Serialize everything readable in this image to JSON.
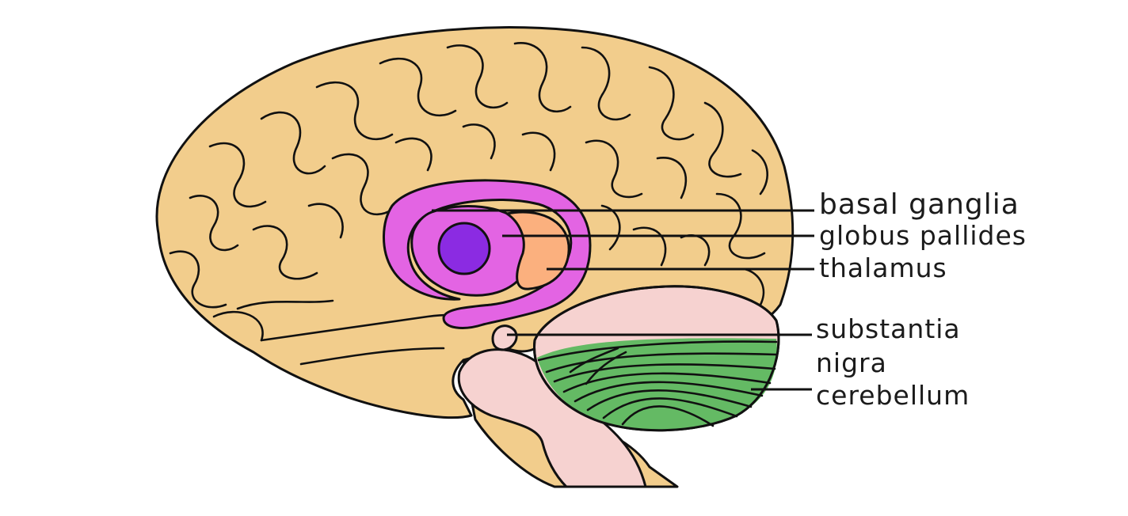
{
  "colors": {
    "cortex": "#f2cd8c",
    "basal_ganglia": "#e364e3",
    "globus_pallidus_core": "#8b2be2",
    "thalamus": "#fbb07e",
    "brainstem": "#f6d2d0",
    "cerebellum_white": "#f6d2d0",
    "cerebellum_grey": "#64ba64",
    "outline": "#111111"
  },
  "labels": {
    "basal_ganglia": "basal ganglia",
    "globus_pallides": "globus pallides",
    "thalamus": "thalamus",
    "substantia_line1": "substantia",
    "substantia_line2": "nigra",
    "cerebellum": "cerebellum"
  }
}
